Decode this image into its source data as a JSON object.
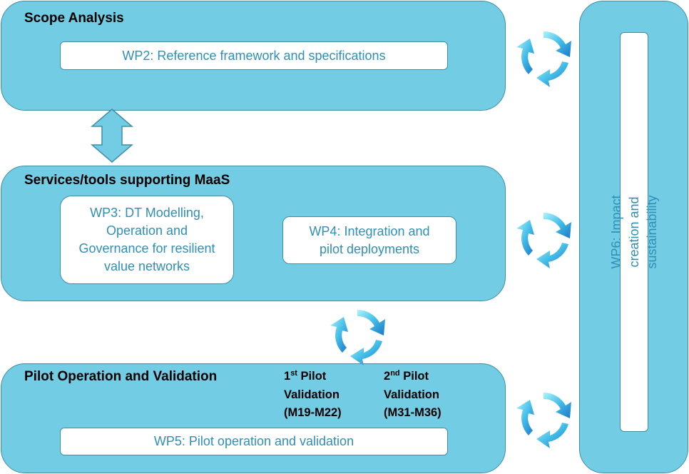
{
  "panels": {
    "scope": {
      "title": "Scope Analysis",
      "wp": "WP2: Reference framework and specifications"
    },
    "services": {
      "title": "Services/tools supporting MaaS",
      "wp3": "WP3: DT Modelling,\nOperation and\nGovernance for resilient\nvalue networks",
      "wp4": "WP4: Integration and\npilot deployments"
    },
    "pilot": {
      "title": "Pilot Operation and Validation",
      "wp": "WP5: Pilot operation and validation",
      "milestone1": {
        "ordinal": "1",
        "suffix": "st",
        "line1": " Pilot",
        "line2": "Validation",
        "line3": "(M19-M22)"
      },
      "milestone2": {
        "ordinal": "2",
        "suffix": "nd",
        "line1": " Pilot",
        "line2": "Validation",
        "line3": "(M31-M36)"
      }
    },
    "impact": {
      "label": "WP6: Impact creation and sustainability"
    }
  },
  "colors": {
    "panel_fill": "#72cde4",
    "panel_border": "#3f8ea5",
    "wp_text": "#2f8fb5",
    "cycle_light": "#8ae9f7",
    "cycle_dark": "#1f86d0"
  },
  "icons": {
    "cycle": "circular-cycle-arrows-icon",
    "link": "double-headed-vertical-arrow-icon"
  }
}
